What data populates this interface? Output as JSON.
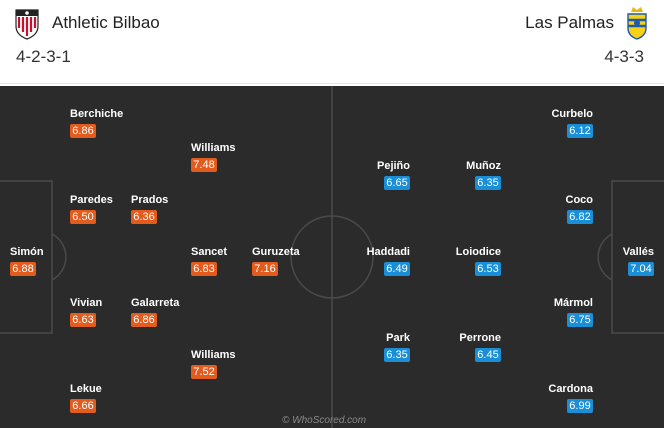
{
  "home": {
    "name": "Athletic Bilbao",
    "formation": "4-2-3-1",
    "color": "#e35c1e",
    "crest": "athletic-bilbao-crest",
    "players": [
      {
        "name": "Berchiche",
        "rating": "6.86"
      },
      {
        "name": "Williams",
        "rating": "7.48"
      },
      {
        "name": "Paredes",
        "rating": "6.50"
      },
      {
        "name": "Prados",
        "rating": "6.36"
      },
      {
        "name": "Simón",
        "rating": "6.88"
      },
      {
        "name": "Sancet",
        "rating": "6.83"
      },
      {
        "name": "Guruzeta",
        "rating": "7.16"
      },
      {
        "name": "Vivian",
        "rating": "6.63"
      },
      {
        "name": "Galarreta",
        "rating": "6.86"
      },
      {
        "name": "Williams",
        "rating": "7.52"
      },
      {
        "name": "Lekue",
        "rating": "6.66"
      }
    ]
  },
  "away": {
    "name": "Las Palmas",
    "formation": "4-3-3",
    "color": "#1a8fd8",
    "crest": "las-palmas-crest",
    "players": [
      {
        "name": "Curbelo",
        "rating": "6.12"
      },
      {
        "name": "Pejiño",
        "rating": "6.65"
      },
      {
        "name": "Muñoz",
        "rating": "6.35"
      },
      {
        "name": "Coco",
        "rating": "6.82"
      },
      {
        "name": "Haddadi",
        "rating": "6.49"
      },
      {
        "name": "Loiodice",
        "rating": "6.53"
      },
      {
        "name": "Vallés",
        "rating": "7.04"
      },
      {
        "name": "Mármol",
        "rating": "6.75"
      },
      {
        "name": "Park",
        "rating": "6.35"
      },
      {
        "name": "Perrone",
        "rating": "6.45"
      },
      {
        "name": "Cardona",
        "rating": "6.99"
      }
    ]
  },
  "pitch": {
    "background": "#2b2b2b",
    "line_color": "#4a4a4a"
  },
  "watermark": "© WhoScored.com"
}
